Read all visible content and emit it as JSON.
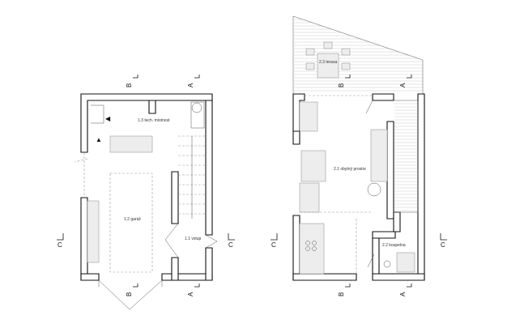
{
  "rooms": {
    "r1_3": "1.3 tech. místnost",
    "r1_2": "1.2 garáž",
    "r1_1": "1.1 vstup",
    "r2_3": "2.3 terasa",
    "r2_1": "2.1 obytný prostor",
    "r2_2": "2.2 koupelna"
  },
  "section_marks": {
    "a": "A",
    "b": "B",
    "c": "C"
  }
}
